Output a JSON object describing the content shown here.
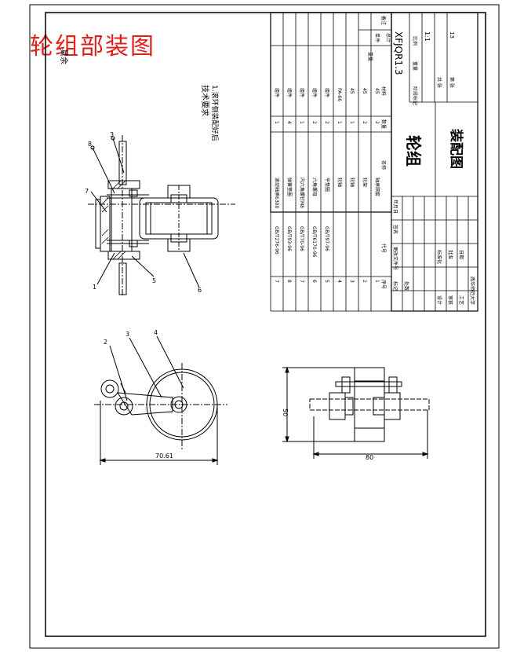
{
  "overlay_title": "轮组部装图",
  "left_vertical_note": "其余",
  "tech": {
    "heading": "技术要求",
    "item1": "1.滚环侧装配好后"
  },
  "dims": {
    "left_width": "70.61",
    "right_width": "80",
    "right_height": "50"
  },
  "balloons": [
    "1",
    "2",
    "3",
    "4",
    "5",
    "6",
    "7",
    "8"
  ],
  "bom_rows": [
    {
      "no": "7",
      "code": "GB/T276-96",
      "name": "滚动轴承6300",
      "qty": "1",
      "material": "组件"
    },
    {
      "no": "8",
      "code": "GB/T93-96",
      "name": "弹簧垫圈",
      "qty": "4",
      "material": "组件"
    },
    {
      "no": "7",
      "code": "GB/T70-96",
      "name": "内六角螺钉M8",
      "qty": "1",
      "material": "组件"
    },
    {
      "no": "6",
      "code": "GB/T6170-96",
      "name": "六角螺母",
      "qty": "2",
      "material": "组件"
    },
    {
      "no": "5",
      "code": "GB/T97-96",
      "name": "平垫圈",
      "qty": "2",
      "material": "组件"
    },
    {
      "no": "4",
      "code": "",
      "name": "轮轴",
      "qty": "1",
      "material": "PA-66"
    },
    {
      "no": "3",
      "code": "",
      "name": "轮轴",
      "qty": "1",
      "material": "45"
    },
    {
      "no": "2",
      "code": "",
      "name": "轮架",
      "qty": "2",
      "material": "45"
    },
    {
      "no": "1",
      "code": "",
      "name": "轴承隔套",
      "qty": "2",
      "material": "45"
    }
  ],
  "bom_header": {
    "no": "序号",
    "code": "代号",
    "name": "名称",
    "qty": "数量",
    "material": "材料",
    "unit_wt": "单件",
    "total_wt": "总计",
    "note": "备注",
    "weight": "重量"
  },
  "title_block": {
    "drawing_no": "XFJQR1.3",
    "title1": "轮组",
    "title2": "装配图",
    "scale_label": "比例",
    "scale": "1:1",
    "weight_label": "重量",
    "sheets_label": "共 张",
    "sheet_label": "第 张",
    "sheet_no": "13",
    "stage_label": "阶段标记",
    "rev": "标记",
    "zones": "处数",
    "change_doc": "更改文件号",
    "sign": "签名",
    "date": "年月日",
    "designer": "设计",
    "checker": "审核",
    "process": "工艺",
    "approve": "批准",
    "standard": "标准化",
    "date2": "日期",
    "org": "西华师范大学"
  }
}
